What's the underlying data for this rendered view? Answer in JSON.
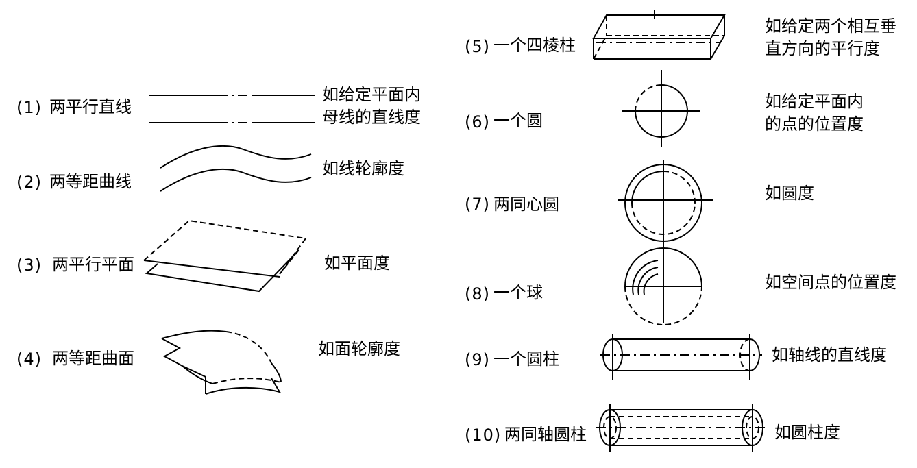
{
  "items": [
    {
      "num": "(1)",
      "name": "两平行直线",
      "example": [
        "如给定平面内",
        "母线的直线度"
      ]
    },
    {
      "num": "(2)",
      "name": "两等距曲线",
      "example": [
        "如线轮廓度"
      ]
    },
    {
      "num": "(3)",
      "name": "两平行平面",
      "example": [
        "如平面度"
      ]
    },
    {
      "num": "(4)",
      "name": "两等距曲面",
      "example": [
        "如面轮廓度"
      ]
    },
    {
      "num": "(5)",
      "name": "一个四棱柱",
      "example": [
        "如给定两个相互垂",
        "直方向的平行度"
      ]
    },
    {
      "num": "(6)",
      "name": "一个圆",
      "example": [
        "如给定平面内",
        "的点的位置度"
      ]
    },
    {
      "num": "(7)",
      "name": "两同心圆",
      "example": [
        "如圆度"
      ]
    },
    {
      "num": "(8)",
      "name": "一个球",
      "example": [
        "如空间点的位置度"
      ]
    },
    {
      "num": "(9)",
      "name": "一个圆柱",
      "example": [
        "如轴线的直线度"
      ]
    },
    {
      "num": "(10)",
      "name": "两同轴圆柱",
      "example": [
        "如圆柱度"
      ]
    }
  ]
}
